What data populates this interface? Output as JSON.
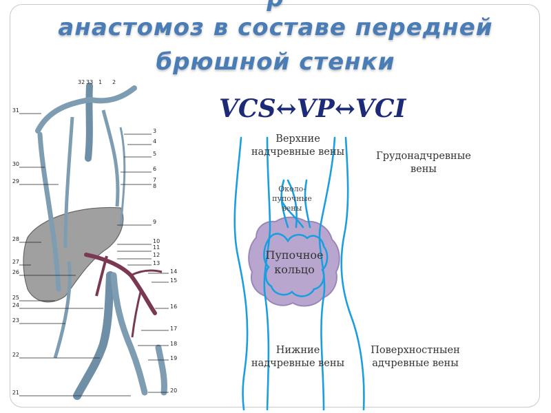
{
  "slide": {
    "title_top": "р",
    "title_line1": "анастомоз в составе передней",
    "title_line2": "брюшной стенки",
    "formula": "VCS↔VP↔VCI"
  },
  "diagram": {
    "labels": {
      "upper_epigastric": "Верхние надчревные вены",
      "thoracoepigastric": "Грудонадчревные вены",
      "paraumbilical": "Около-пупочные вены",
      "umbilical_ring": "Пупочное кольцо",
      "lower_epigastric": "Нижние надчревные вены",
      "superficial_epigastric": "Поверхностныен адчревные вены"
    },
    "colors": {
      "vein_line": "#1a9ee0",
      "ring_fill": "#b9a6cf",
      "ring_stroke": "#9a86b8"
    }
  },
  "anatomy": {
    "numbers_top": [
      "32",
      "33",
      "1",
      "2"
    ],
    "numbers_left": [
      "31",
      "30",
      "29",
      "28",
      "27",
      "26",
      "25",
      "24",
      "23",
      "22",
      "21"
    ],
    "numbers_right": [
      "3",
      "4",
      "5",
      "6",
      "7",
      "8",
      "9",
      "10",
      "11",
      "12",
      "13",
      "14",
      "15",
      "16",
      "17",
      "18",
      "19",
      "20"
    ]
  }
}
